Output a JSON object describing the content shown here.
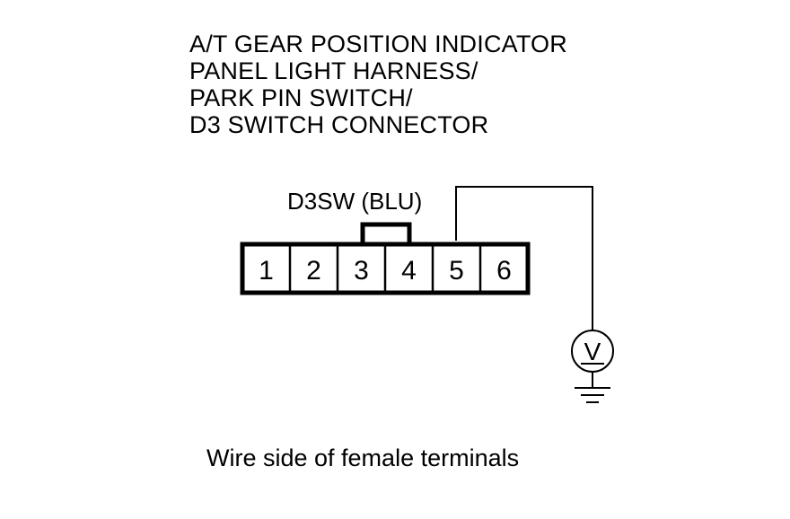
{
  "title_lines": [
    "A/T GEAR POSITION INDICATOR",
    "PANEL LIGHT HARNESS/",
    "PARK PIN SWITCH/",
    "D3 SWITCH CONNECTOR"
  ],
  "connector": {
    "label": "D3SW (BLU)",
    "terminals": [
      "1",
      "2",
      "3",
      "4",
      "5",
      "6"
    ]
  },
  "meter": {
    "symbol": "V"
  },
  "caption": "Wire side of female terminals",
  "icons": [
    "voltmeter-icon",
    "ground-icon"
  ]
}
